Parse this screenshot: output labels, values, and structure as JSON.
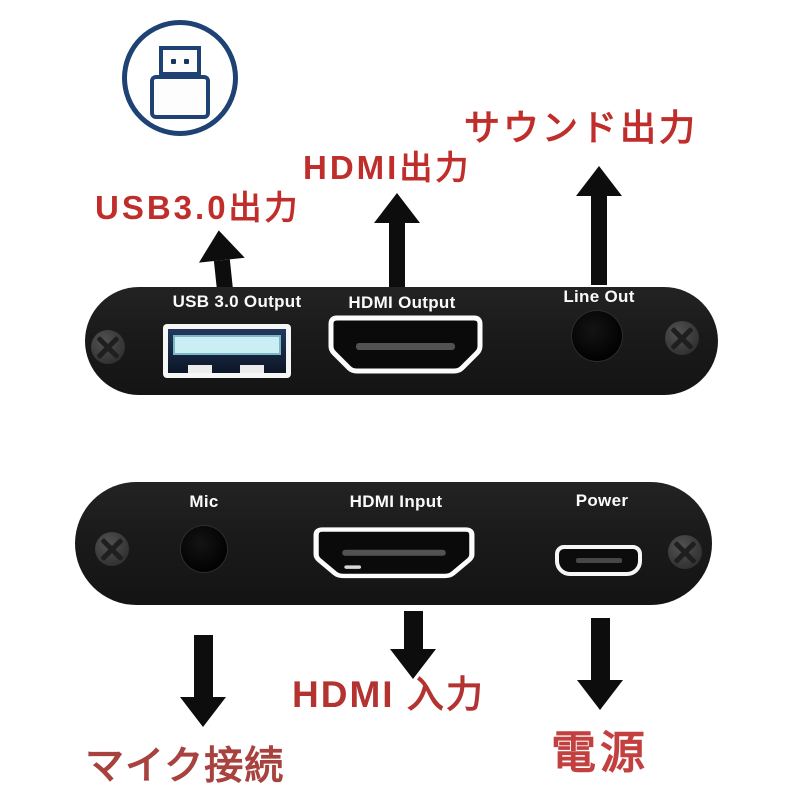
{
  "colors": {
    "background": "#ffffff",
    "annotation_red": "#c02e2c",
    "annotation_red_muted": "#a8423e",
    "device_body": "#1a1a1a",
    "usb_badge_blue": "#1d4273",
    "usb_port_tongue": "#c9eef4",
    "port_label_white": "#fafafa",
    "arrow_black": "#0d0d0d"
  },
  "badge": {
    "icon": "usb-connector-icon"
  },
  "annotations": {
    "usb_output": "USB3.0出力",
    "hdmi_output": "HDMI出力",
    "sound_output": "サウンド出力",
    "mic_connect": "マイク接続",
    "hdmi_input": "HDMI 入力",
    "power": "電源"
  },
  "top_panel": {
    "usb_label": "USB 3.0 Output",
    "hdmi_label": "HDMI Output",
    "line_out_label": "Line Out"
  },
  "bottom_panel": {
    "mic_label": "Mic",
    "hdmi_label": "HDMI Input",
    "power_label": "Power"
  }
}
